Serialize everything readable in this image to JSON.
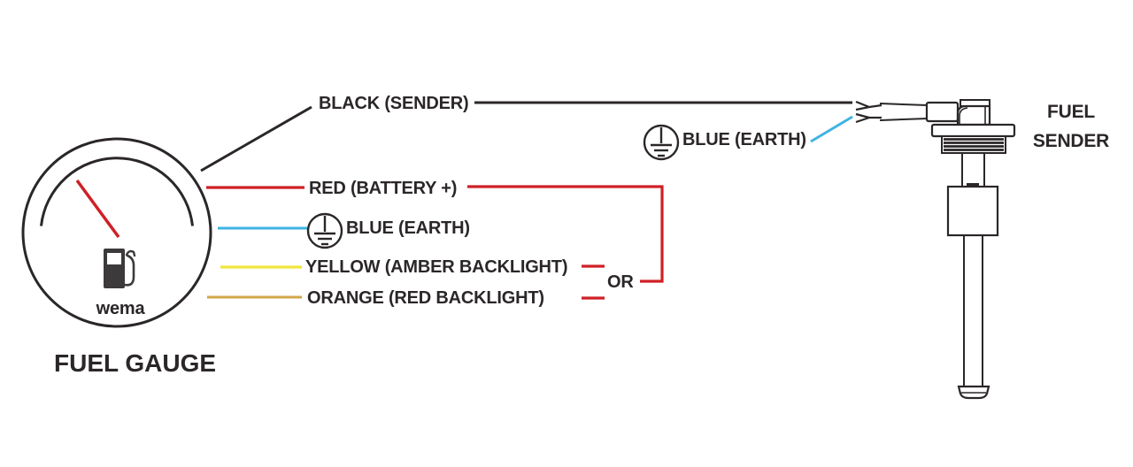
{
  "colors": {
    "ink": "#2b2728",
    "icon": "#3c3a3b",
    "red": "#cf2027",
    "blue": "#3fb3e4",
    "yellow": "#f0e73e",
    "orange": "#d2a64a"
  },
  "gauge": {
    "brand": "wema",
    "caption": "FUEL GAUGE"
  },
  "sender": {
    "caption_line1": "FUEL",
    "caption_line2": "SENDER",
    "earth_label": "BLUE (EARTH)"
  },
  "wires": {
    "black": {
      "label": "BLACK (SENDER)",
      "color": "#2b2728"
    },
    "red": {
      "label": "RED (BATTERY +)",
      "color": "#cf2027"
    },
    "blue": {
      "label": "BLUE (EARTH)",
      "color": "#3fb3e4"
    },
    "yellow": {
      "label": "YELLOW (AMBER BACKLIGHT)",
      "color": "#f0e73e"
    },
    "orange": {
      "label": "ORANGE (RED BACKLIGHT)",
      "color": "#d2a64a"
    }
  },
  "connector": {
    "or_label": "OR"
  }
}
